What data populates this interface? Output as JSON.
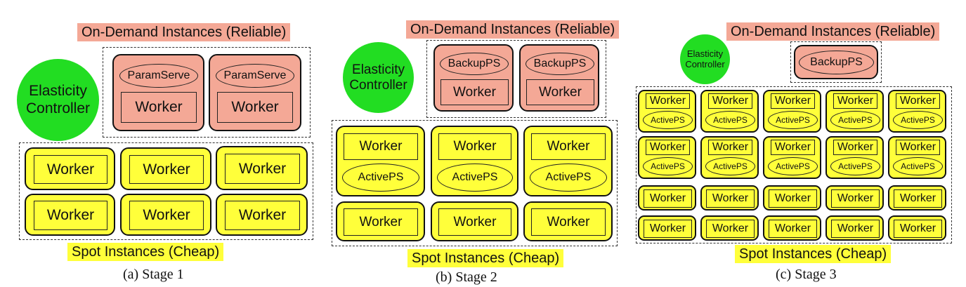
{
  "stage1": {
    "on_demand_label": "On-Demand Instances (Reliable)",
    "controller": [
      "Elasticity",
      "Controller"
    ],
    "param_server": "ParamServe",
    "worker": "Worker",
    "spot_label": "Spot Instances (Cheap)",
    "caption": "(a)  Stage 1"
  },
  "stage2": {
    "on_demand_label": "On-Demand Instances (Reliable)",
    "controller": [
      "Elasticity",
      "Controller"
    ],
    "backup_ps": "BackupPS",
    "active_ps": "ActivePS",
    "worker": "Worker",
    "spot_label": "Spot Instances (Cheap)",
    "caption": "(b)  Stage 2"
  },
  "stage3": {
    "on_demand_label": "On-Demand Instances (Reliable)",
    "controller": [
      "Elasticity",
      "Controller"
    ],
    "backup_ps": "BackupPS",
    "active_ps": "ActivePS",
    "worker": "Worker",
    "spot_label": "Spot Instances (Cheap)",
    "caption": "(c)  Stage 3"
  },
  "colors": {
    "on_demand": "#f4a896",
    "spot": "#ffff3a",
    "controller": "#22dd22"
  }
}
